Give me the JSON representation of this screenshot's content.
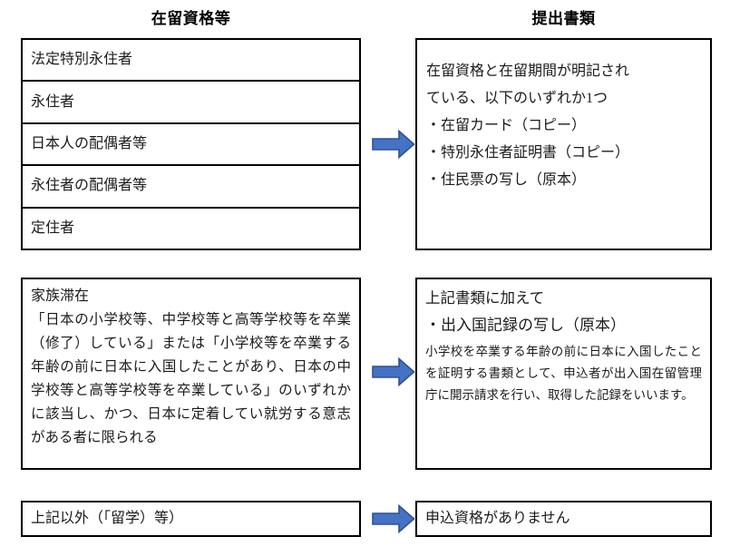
{
  "headers": {
    "left": "在留資格等",
    "right": "提出書類"
  },
  "colors": {
    "arrow_fill": "#4472C4",
    "arrow_stroke": "#2F528F",
    "box_border": "#000000",
    "text": "#1a1a1a",
    "background": "#FFFFFF"
  },
  "sections": [
    {
      "id": "section-1",
      "left": {
        "type": "list",
        "items": [
          "法定特別永住者",
          "永住者",
          "日本人の配偶者等",
          "永住者の配偶者等",
          "定住者"
        ]
      },
      "arrow": {
        "name": "right-arrow-icon",
        "direction": "right"
      },
      "right": {
        "type": "paragraph",
        "text": "在留資格と在留期間が明記され\nている、以下のいずれか1つ\n・在留カード（コピー）\n・特別永住者証明書（コピー）\n・住民票の写し（原本）"
      }
    },
    {
      "id": "section-2",
      "left": {
        "type": "titled-paragraph",
        "title": "家族滞在",
        "description": "「日本の小学校等、中学校等と高等学校等を卒業（修了）している」または「小学校等を卒業する年齢の前に日本に入国したことがあり、日本の中学校等と高等学校等を卒業している」のいずれかに該当し、かつ、日本に定着してい就労する意志がある者に限られる"
      },
      "arrow": {
        "name": "right-arrow-icon",
        "direction": "right"
      },
      "right": {
        "type": "paragraph-with-note",
        "line1": "上記書類に加えて",
        "line2": "・出入国記録の写し（原本）",
        "note": "小学校を卒業する年齢の前に日本に入国したことを証明する書類として、申込者が出入国在留管理庁に開示請求を行い、取得した記録をいいます。"
      }
    },
    {
      "id": "section-3",
      "left": {
        "type": "single-line",
        "text": "上記以外（「留学）等）"
      },
      "arrow": {
        "name": "right-arrow-icon",
        "direction": "right"
      },
      "right": {
        "type": "single-line",
        "text": "申込資格がありません"
      }
    }
  ]
}
